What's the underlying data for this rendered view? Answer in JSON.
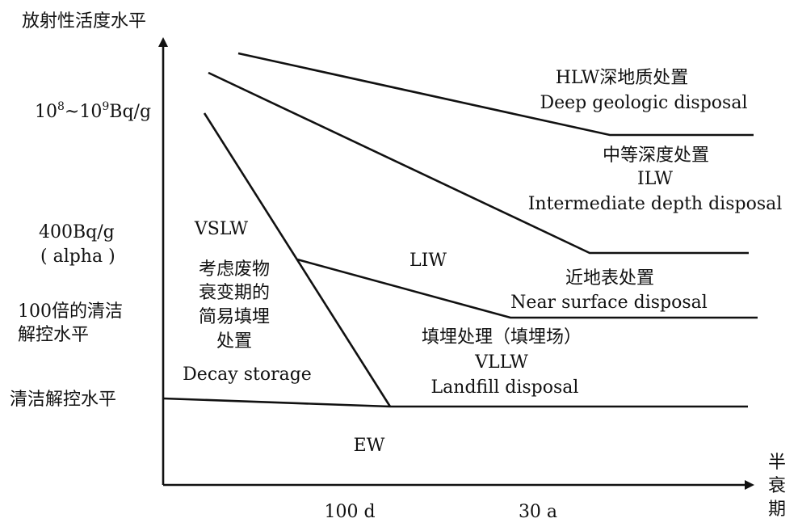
{
  "axes": {
    "y_title": "放射性活度水平",
    "x_title": [
      "半",
      "衰",
      "期"
    ],
    "y_ticks": {
      "t1_base": "10",
      "t1_sup1": "8",
      "t1_mid": "~10",
      "t1_sup2": "9",
      "t1_unit": "Bq/g",
      "t2_line1": "400Bq/g",
      "t2_line2": "( alpha )",
      "t3_line1": "100倍的清洁",
      "t3_line2": "解控水平",
      "t4": "清洁解控水平"
    },
    "x_ticks": [
      "100 d",
      "30 a"
    ]
  },
  "regions": {
    "hlw": {
      "zh": "HLW深地质处置",
      "en": "Deep geologic disposal"
    },
    "ilw": {
      "zh": "中等深度处置",
      "abbr": "ILW",
      "en": "Intermediate depth disposal"
    },
    "liw": {
      "abbr": "LIW"
    },
    "near_surface": {
      "zh": "近地表处置",
      "en": "Near surface disposal"
    },
    "vllw": {
      "zh": "填埋处理（填埋场）",
      "abbr": "VLLW",
      "en": "Landfill disposal"
    },
    "vslw": {
      "abbr": "VSLW",
      "zh": [
        "考虑废物",
        "衰变期的",
        "简易填埋",
        "处置"
      ],
      "en": "Decay storage"
    },
    "ew": {
      "abbr": "EW"
    }
  }
}
